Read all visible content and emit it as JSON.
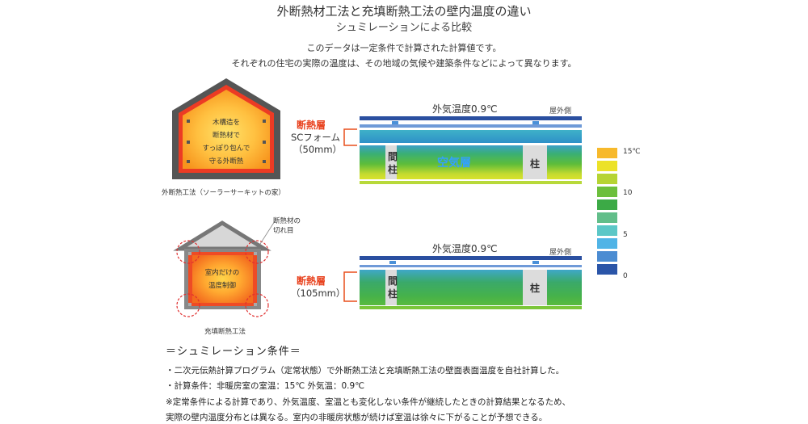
{
  "title": "外断熱材工法と充填断熱工法の壁内温度の違い",
  "subtitle": "シュミレーションによる比較",
  "notes": [
    "このデータは一定条件で計算された計算値です。",
    "それぞれの住宅の実際の温度は、その地域の気候や建築条件などによって異なります。"
  ],
  "house_top": {
    "inner_text": [
      "木構造を",
      "断熱材で",
      "すっぽり包んで",
      "守る外断熱"
    ],
    "caption": "外断熱工法（ソーラーサーキットの家）"
  },
  "house_bottom": {
    "inner_text": [
      "室内だけの",
      "温度制御"
    ],
    "caption": "充填断熱工法",
    "gap_note": [
      "断熱材の",
      "切れ目"
    ]
  },
  "wall_top": {
    "outside_temp": "外気温度0.9℃",
    "outside_side": "屋外側",
    "insulation_title": "断熱層",
    "insulation_name": "SCフォーム",
    "insulation_thickness": "（50mm）",
    "stud": "間柱",
    "air_layer": "空気層",
    "pillar": "柱"
  },
  "wall_bottom": {
    "outside_temp": "外気温度0.9℃",
    "outside_side": "屋外側",
    "insulation_title": "断熱層",
    "insulation_thickness": "（105mm）",
    "stud": "間柱",
    "pillar": "柱"
  },
  "legend": {
    "labels": [
      "15℃",
      "10",
      "5",
      "0"
    ],
    "colors": [
      "#f7b92b",
      "#ece228",
      "#b6d433",
      "#6cbf3c",
      "#3caa46",
      "#62be8a",
      "#5cc7c7",
      "#50b4e6",
      "#4b8cd2",
      "#2a55a8"
    ]
  },
  "conditions": {
    "title": "＝シュミレーション条件＝",
    "lines": [
      "・二次元伝熱計算プログラム（定常状態）で外断熱工法と充填断熱工法の壁面表面温度を自社計算した。",
      "・計算条件：非暖房室の室温：15℃ 外気温：0.9℃",
      "※定常条件による計算であり、外気温度、室温とも変化しない条件が継続したときの計算結果となるため、",
      "実際の壁内温度分布とは異なる。室内の非暖房状態が続けば室温は徐々に下がることが予想できる。"
    ]
  }
}
